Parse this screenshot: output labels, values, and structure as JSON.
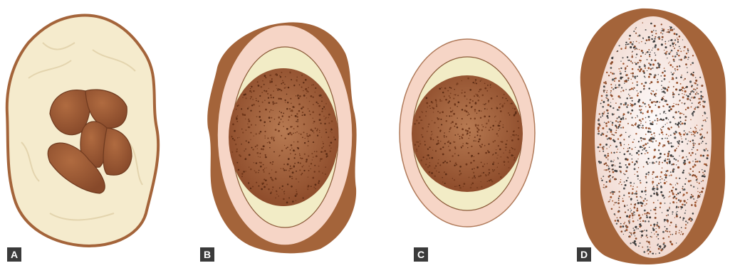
{
  "panels": [
    {
      "label": "A"
    },
    {
      "label": "B"
    },
    {
      "label": "C"
    },
    {
      "label": "D"
    }
  ],
  "colors": {
    "outer_brown": "#a4643a",
    "cream": "#f5ebcd",
    "pink": "#f6d5c6",
    "pale_yellow": "#f2ecc6",
    "speckled_brown": "#9b5a35",
    "pale_center": "#fbf7f5",
    "label_bg": "#3a3a3a",
    "label_text": "#ffffff"
  }
}
